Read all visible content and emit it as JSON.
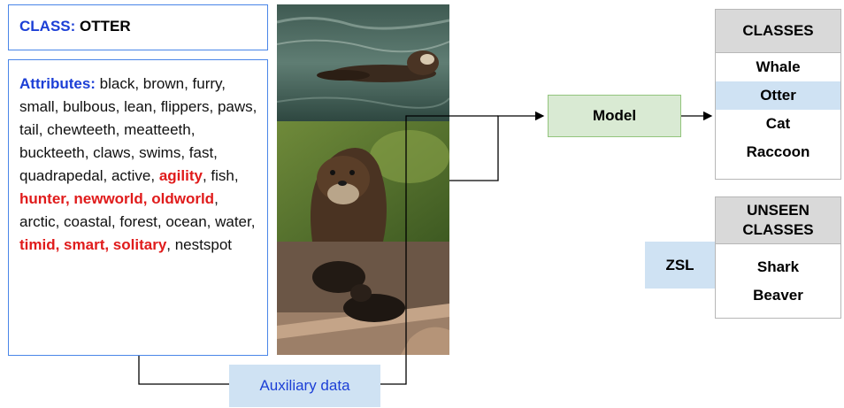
{
  "class_box": {
    "label": "CLASS:",
    "value": "OTTER"
  },
  "attributes": {
    "label": "Attributes:",
    "segments": [
      {
        "text": " black, brown, furry, small, bulbous, lean, flippers, paws, tail, chewteeth, meatteeth, buckteeth, claws, swims, fast, quadrapedal, active, ",
        "highlight": false
      },
      {
        "text": "agility",
        "highlight": true
      },
      {
        "text": ", fish, ",
        "highlight": false
      },
      {
        "text": "hunter, newworld, oldworld",
        "highlight": true
      },
      {
        "text": ", arctic, coastal, forest, ocean, water, ",
        "highlight": false
      },
      {
        "text": "timid, smart, solitary",
        "highlight": true
      },
      {
        "text": ", nestspot",
        "highlight": false
      }
    ]
  },
  "model": {
    "label": "Model"
  },
  "classes": {
    "header": "CLASSES",
    "items": [
      "Whale",
      "Otter",
      "Cat",
      "Raccoon"
    ],
    "highlighted": "Otter"
  },
  "unseen_classes": {
    "header_line1": "UNSEEN",
    "header_line2": "CLASSES",
    "items": [
      "Shark",
      "Beaver"
    ]
  },
  "zsl": {
    "label": "ZSL"
  },
  "auxiliary": {
    "label": "Auxiliary data"
  },
  "colors": {
    "blue_text": "#1c3fd6",
    "red_text": "#e01b1b",
    "model_fill": "#d9ead3",
    "highlight_fill": "#cfe2f3",
    "header_fill": "#d9d9d9"
  }
}
